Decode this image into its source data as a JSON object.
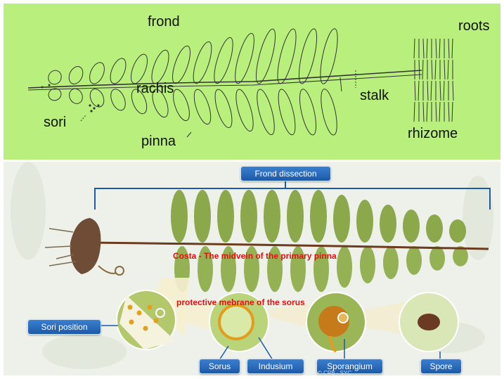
{
  "top_panel": {
    "bg": "#b9f07d",
    "labels": {
      "frond": "frond",
      "roots": "roots",
      "rachis": "rachis",
      "sori": "sori",
      "stalk": "stalk",
      "rhizome": "rhizome",
      "pinna": "pinna"
    }
  },
  "bottom_panel": {
    "header": "Frond dissection",
    "overlay_costa": "Costa - The midvein of the primary pinna",
    "overlay_indusium": "protective mebrane of the sorus",
    "callouts": {
      "sori_position": "Sori position",
      "sorus": "Sorus",
      "indusium": "Indusium",
      "sporangium": "Sporangium",
      "spore": "Spore"
    },
    "watermark": "© CPB · SYC"
  }
}
